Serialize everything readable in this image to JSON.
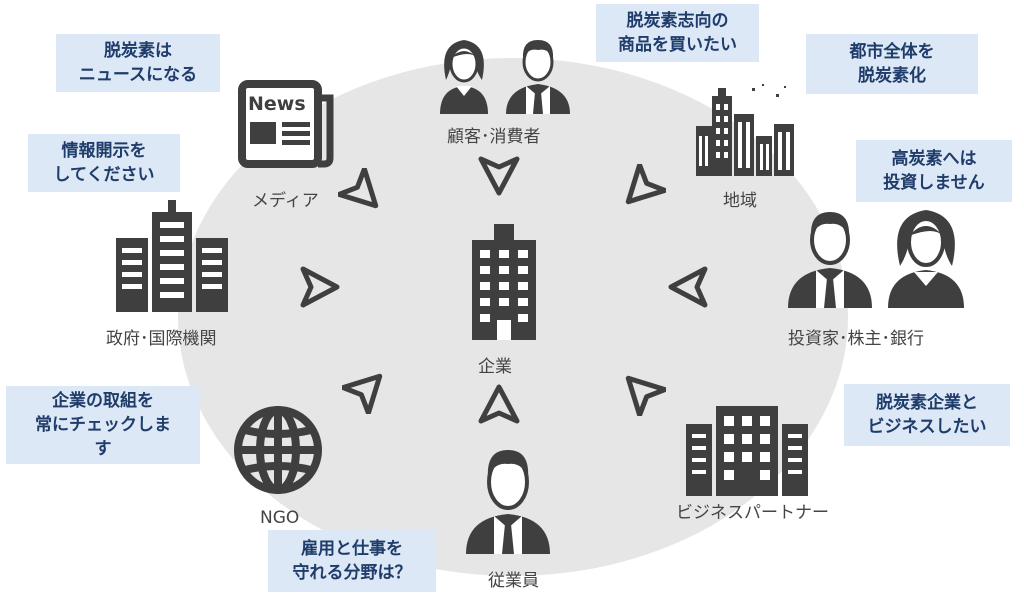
{
  "colors": {
    "icon": "#3f3f3f",
    "ellipse": "#e6e6e6",
    "bubble": "#dce8f5",
    "bubble_text": "#1f3c6b"
  },
  "center": {
    "label": "企業"
  },
  "nodes": {
    "consumers": {
      "label": "顧客･消費者",
      "bubble": [
        "脱炭素志向の",
        "商品を買いたい"
      ]
    },
    "media": {
      "label": "メディア",
      "bubble": [
        "脱炭素は",
        "ニュースになる"
      ],
      "news_text": "News"
    },
    "region": {
      "label": "地域",
      "bubble": [
        "都市全体を",
        "脱炭素化"
      ]
    },
    "government": {
      "label": "政府･国際機関",
      "bubble": [
        "情報開示を",
        "してください"
      ]
    },
    "investors": {
      "label": "投資家･株主･銀行",
      "bubble": [
        "高炭素へは",
        "投資しません"
      ]
    },
    "ngo": {
      "label": "NGO",
      "bubble": [
        "企業の取組を",
        "常にチェックしま",
        "す"
      ]
    },
    "partners": {
      "label": "ビジネスパートナー",
      "bubble": [
        "脱炭素企業と",
        "ビジネスしたい"
      ]
    },
    "employees": {
      "label": "従業員",
      "bubble": [
        "雇用と仕事を",
        "守れる分野は？"
      ]
    }
  }
}
